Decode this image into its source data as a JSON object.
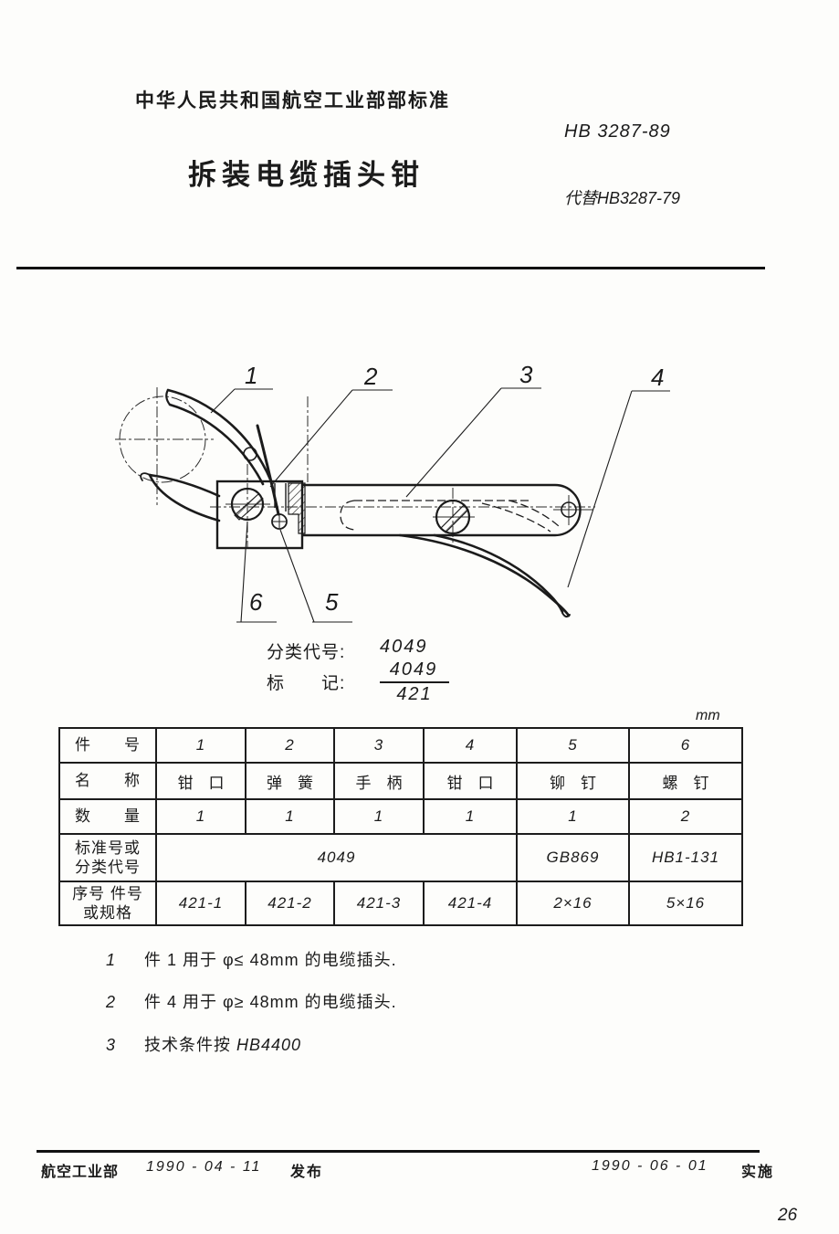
{
  "header": {
    "org_title": "中华人民共和国航空工业部部标准",
    "standard_no": "HB 3287-89",
    "doc_title": "拆装电缆插头钳",
    "replaces": "代替HB3287-79"
  },
  "drawing": {
    "callouts": [
      "1",
      "2",
      "3",
      "4",
      "5",
      "6"
    ]
  },
  "classification": {
    "code_label": "分类代号:",
    "code_value": "4049",
    "marking_label": "标　　记:",
    "marking_numerator": "4049",
    "marking_denominator": "421"
  },
  "parts_table": {
    "unit": "mm",
    "row_labels": {
      "part_no": "件　　号",
      "name": "名　　称",
      "qty": "数　　量",
      "std": "标准号或\n分类代号",
      "spec": "序号 件号\n或规格"
    },
    "part_numbers": [
      "1",
      "2",
      "3",
      "4",
      "5",
      "6"
    ],
    "names": [
      "钳　口",
      "弹　簧",
      "手　柄",
      "钳　口",
      "铆　钉",
      "螺　钉"
    ],
    "quantities": [
      "1",
      "1",
      "1",
      "1",
      "1",
      "2"
    ],
    "std_codes": {
      "parts_1_4": "4049",
      "part_5": "GB869",
      "part_6": "HB1-131"
    },
    "specs": [
      "421-1",
      "421-2",
      "421-3",
      "421-4",
      "2×16",
      "5×16"
    ]
  },
  "notes": [
    {
      "num": "1",
      "text": "件 1 用于 φ≤ 48mm 的电缆插头.",
      "ref": ""
    },
    {
      "num": "2",
      "text": "件 4 用于 φ≥ 48mm 的电缆插头.",
      "ref": ""
    },
    {
      "num": "3",
      "text": "技术条件按 ",
      "ref": "HB4400"
    }
  ],
  "footer": {
    "issuer": "航空工业部",
    "issue_date": "1990 - 04 - 11",
    "issue_label": "发布",
    "impl_date": "1990 - 06 - 01",
    "impl_label": "实施",
    "page_number": "26"
  }
}
